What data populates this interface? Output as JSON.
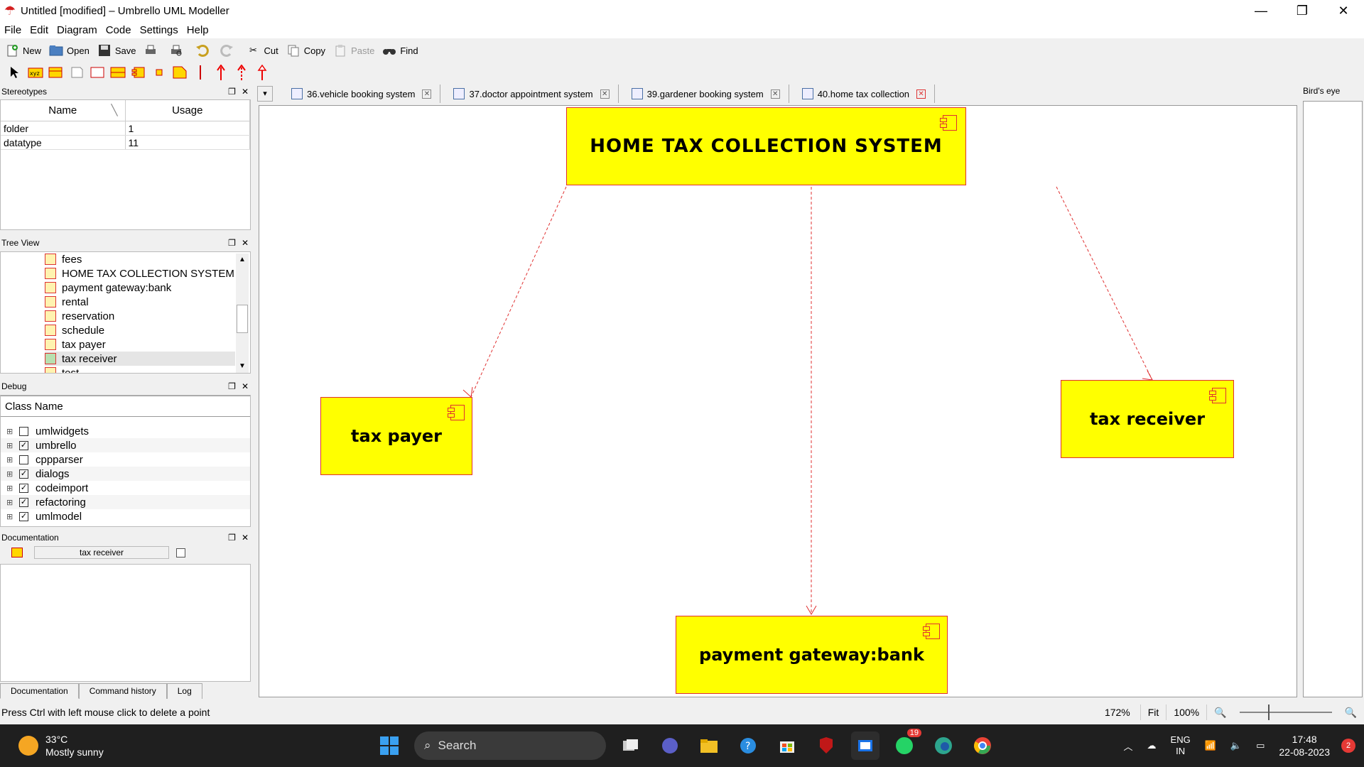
{
  "window": {
    "title": "Untitled [modified] – Umbrello UML Modeller",
    "minimize": "—",
    "restore": "❐",
    "close": "✕"
  },
  "menu": [
    "File",
    "Edit",
    "Diagram",
    "Code",
    "Settings",
    "Help"
  ],
  "toolbar": {
    "new": "New",
    "open": "Open",
    "save": "Save",
    "cut": "Cut",
    "copy": "Copy",
    "paste": "Paste",
    "find": "Find"
  },
  "stereotypes": {
    "title": "Stereotypes",
    "columns": [
      "Name",
      "Usage"
    ],
    "rows": [
      {
        "name": "folder",
        "usage": "1"
      },
      {
        "name": "datatype",
        "usage": "11"
      }
    ]
  },
  "tree": {
    "title": "Tree View",
    "items": [
      "fees",
      "HOME TAX COLLECTION SYSTEM",
      "payment gateway:bank",
      "rental",
      "reservation",
      "schedule",
      "tax payer",
      "tax receiver",
      "test"
    ],
    "selected": "tax receiver"
  },
  "debug": {
    "title": "Debug",
    "column": "Class Name",
    "rows": [
      {
        "name": "umlwidgets",
        "checked": false
      },
      {
        "name": "umbrello",
        "checked": true
      },
      {
        "name": "cppparser",
        "checked": false
      },
      {
        "name": "dialogs",
        "checked": true
      },
      {
        "name": "codeimport",
        "checked": true
      },
      {
        "name": "refactoring",
        "checked": true
      },
      {
        "name": "umlmodel",
        "checked": true
      }
    ]
  },
  "documentation": {
    "title": "Documentation",
    "field": "tax receiver",
    "tabs": [
      "Documentation",
      "Command history",
      "Log"
    ]
  },
  "tabs": [
    {
      "label": "36.vehicle booking system",
      "active": false
    },
    {
      "label": "37.doctor appointment system",
      "active": false
    },
    {
      "label": "39.gardener booking system",
      "active": false
    },
    {
      "label": "40.home tax collection",
      "active": true
    }
  ],
  "diagram": {
    "main": "HOME TAX COLLECTION SYSTEM",
    "left": "tax payer",
    "right": "tax receiver",
    "bottom": "payment gateway:bank"
  },
  "birds_eye": {
    "title": "Bird's eye"
  },
  "status": {
    "message": "Press Ctrl with left mouse click to delete a point",
    "zoom": "172%",
    "fit": "Fit",
    "hundred": "100%"
  },
  "taskbar": {
    "temp": "33°C",
    "weather": "Mostly sunny",
    "search": "Search",
    "whatsapp_badge": "19",
    "lang1": "ENG",
    "lang2": "IN",
    "time": "17:48",
    "date": "22-08-2023",
    "notifications": "2"
  },
  "colors": {
    "component_fill": "#ffff00",
    "component_border": "#e03030",
    "dependency_line": "#e03030"
  }
}
